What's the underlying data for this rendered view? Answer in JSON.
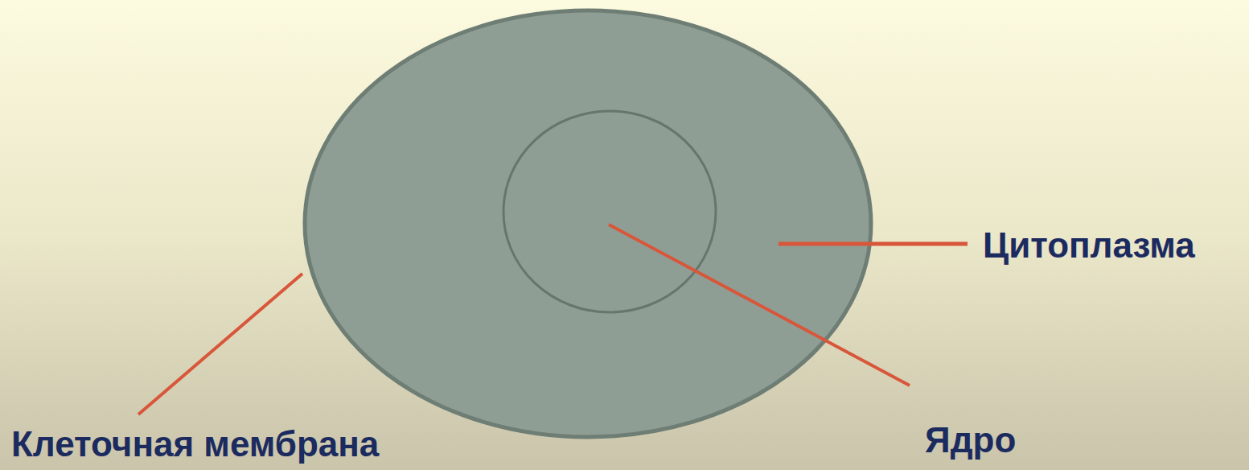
{
  "diagram": {
    "labels": [
      "Цитоплазма",
      "Клеточная мембрана",
      "Ядро"
    ]
  }
}
